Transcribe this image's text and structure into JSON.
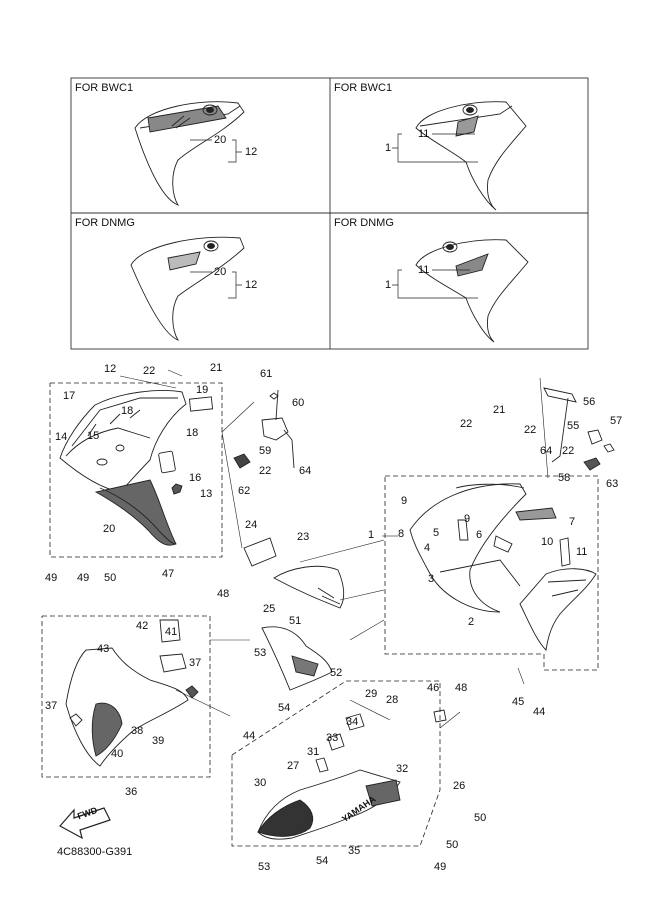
{
  "insets": [
    {
      "label": "FOR BWC1"
    },
    {
      "label": "FOR BWC1"
    },
    {
      "label": "FOR DNMG"
    },
    {
      "label": "FOR DNMG"
    }
  ],
  "inset_callouts": {
    "a": [
      "20",
      "12"
    ],
    "b": [
      "11",
      "1"
    ],
    "c": [
      "20",
      "12"
    ],
    "d": [
      "11",
      "1"
    ]
  },
  "callouts": [
    "12",
    "22",
    "21",
    "19",
    "17",
    "18",
    "14",
    "15",
    "18",
    "16",
    "13",
    "20",
    "61",
    "60",
    "59",
    "22",
    "64",
    "62",
    "22",
    "21",
    "22",
    "64",
    "56",
    "55",
    "57",
    "22",
    "58",
    "63",
    "9",
    "1",
    "8",
    "9",
    "5",
    "6",
    "4",
    "3",
    "10",
    "7",
    "11",
    "2",
    "45",
    "44",
    "24",
    "23",
    "25",
    "49",
    "49",
    "50",
    "47",
    "48",
    "43",
    "42",
    "41",
    "37",
    "37",
    "38",
    "39",
    "40",
    "36",
    "44",
    "51",
    "53",
    "54",
    "52",
    "46",
    "48",
    "29",
    "28",
    "34",
    "33",
    "31",
    "27",
    "30",
    "32",
    "26",
    "50",
    "50",
    "53",
    "54",
    "35",
    "49"
  ],
  "decal_text": "YAMAHA",
  "fwd_text": "FWD",
  "doc_code": "4C88300-G391"
}
